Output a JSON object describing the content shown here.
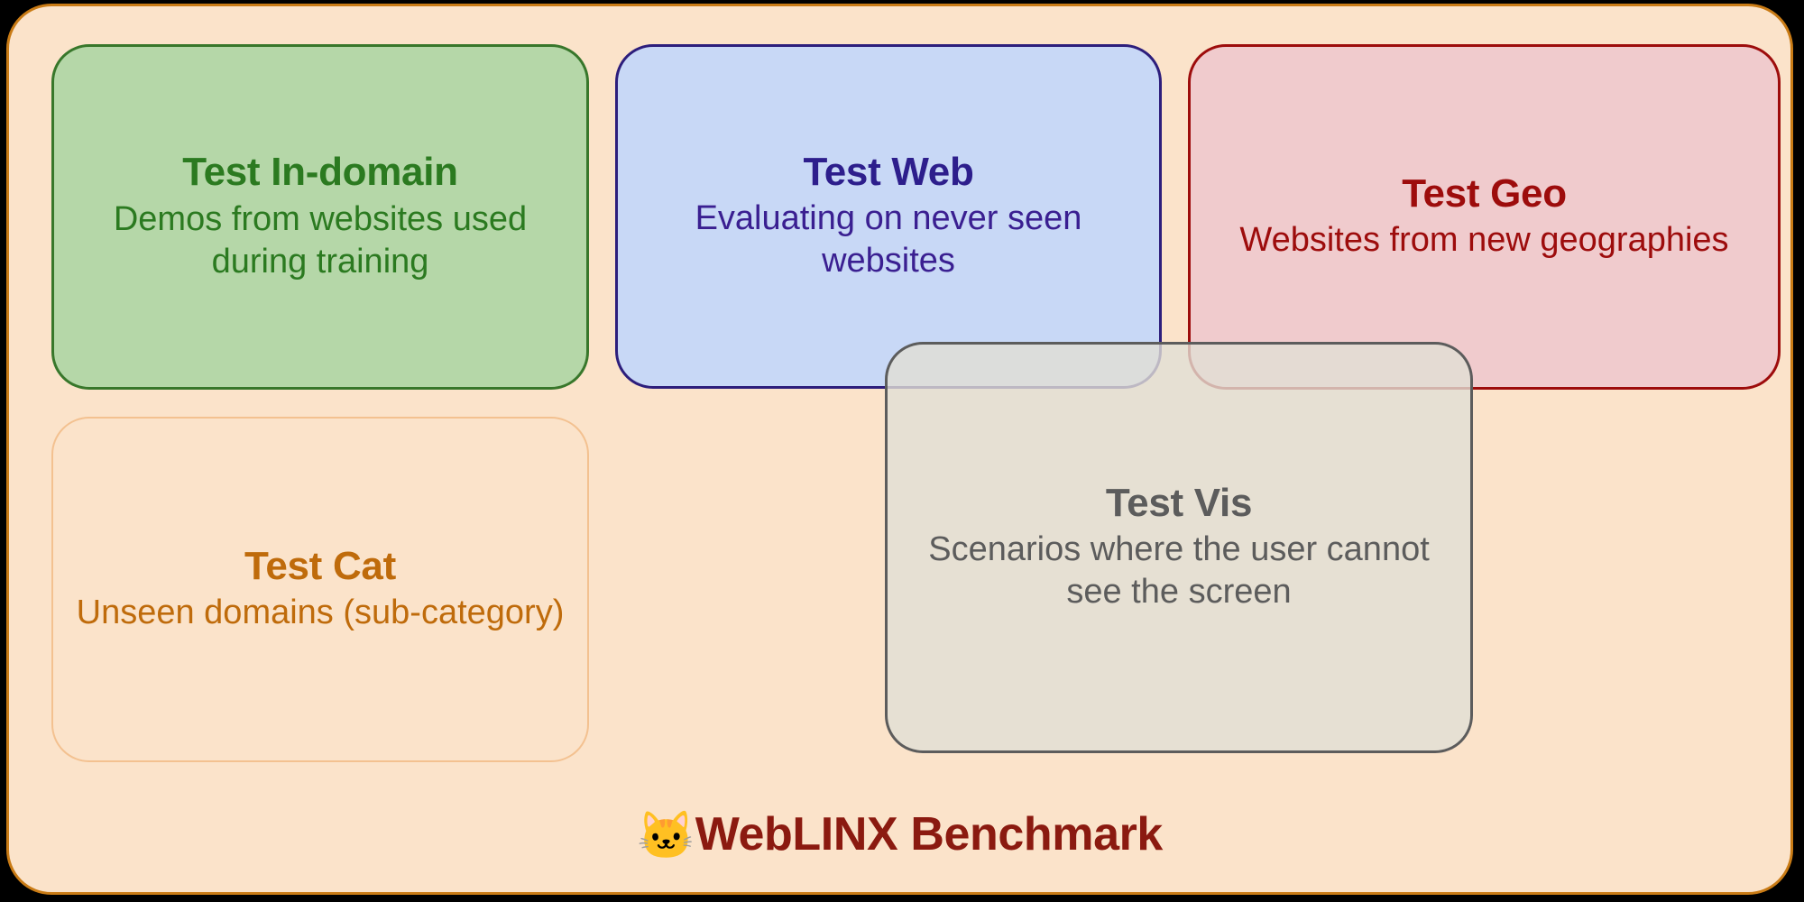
{
  "diagram": {
    "frame": {
      "background_color": "#fbe3ca",
      "border_color": "#c97b15"
    },
    "cards": [
      {
        "id": "test-in-domain",
        "title": "Test In-domain",
        "subtitle": "Demos from websites used during training",
        "fill_color": "#b5d7a8",
        "border_color": "#38772b",
        "text_color": "#2b7a20"
      },
      {
        "id": "test-web",
        "title": "Test Web",
        "subtitle": "Evaluating on never seen websites",
        "fill_color": "#c8d8f6",
        "border_color": "#2d1e7c",
        "text_color": "#3a1f91"
      },
      {
        "id": "test-geo",
        "title": "Test Geo",
        "subtitle": "Websites from new geographies",
        "fill_color": "#f0cbcd",
        "border_color": "#9d0c0c",
        "text_color": "#9d0c0c"
      },
      {
        "id": "test-cat",
        "title": "Test Cat",
        "subtitle": "Unseen domains (sub-category)",
        "fill_color": "transparent",
        "border_color": "#f3c190",
        "text_color": "#bf6b0b"
      },
      {
        "id": "test-vis",
        "title": "Test Vis",
        "subtitle": "Scenarios where the user cannot see the screen",
        "fill_color": "#e1ded5",
        "border_color": "#5c5c5c",
        "text_color": "#5c5c5c"
      }
    ],
    "footer": {
      "icon": "cat-face-icon",
      "icon_glyph": "🐱",
      "text": "WebLINX Benchmark",
      "text_color": "#8b1a10"
    }
  }
}
